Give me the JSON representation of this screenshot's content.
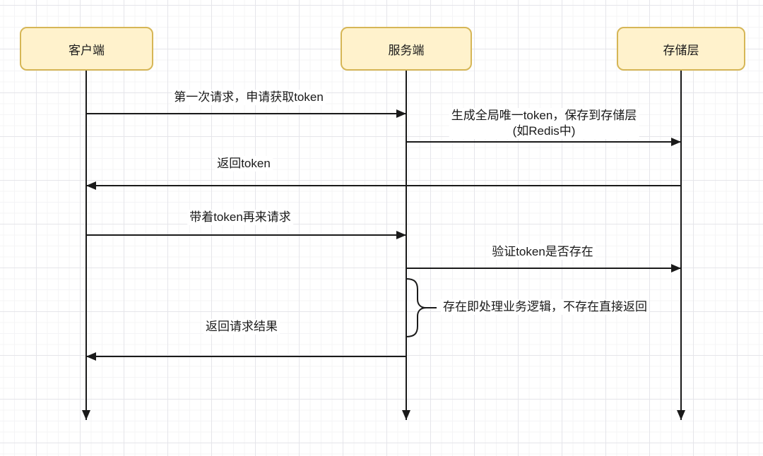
{
  "colors": {
    "background": "#FFFFFF",
    "grid_minor": "#F4F4F6",
    "grid_major": "#E5E5EA",
    "actor_fill": "#FFF2CC",
    "actor_border": "#D6B656",
    "line": "#1A1A1A",
    "text": "#1A1A1A"
  },
  "actors": [
    {
      "id": "client",
      "label": "客户端"
    },
    {
      "id": "server",
      "label": "服务端"
    },
    {
      "id": "storage",
      "label": "存储层"
    }
  ],
  "messages": [
    {
      "from": "client",
      "to": "server",
      "label": "第一次请求，申请获取token"
    },
    {
      "from": "server",
      "to": "storage",
      "label": "生成全局唯一token，保存到存储层",
      "label_line2": "(如Redis中)"
    },
    {
      "from": "storage",
      "to": "client",
      "label": "返回token"
    },
    {
      "from": "client",
      "to": "server",
      "label": "带着token再来请求"
    },
    {
      "from": "server",
      "to": "storage",
      "label": "验证token是否存在"
    },
    {
      "from": "server",
      "to": "client",
      "label": "返回请求结果"
    }
  ],
  "annotation": {
    "label": "存在即处理业务逻辑，不存在直接返回"
  }
}
